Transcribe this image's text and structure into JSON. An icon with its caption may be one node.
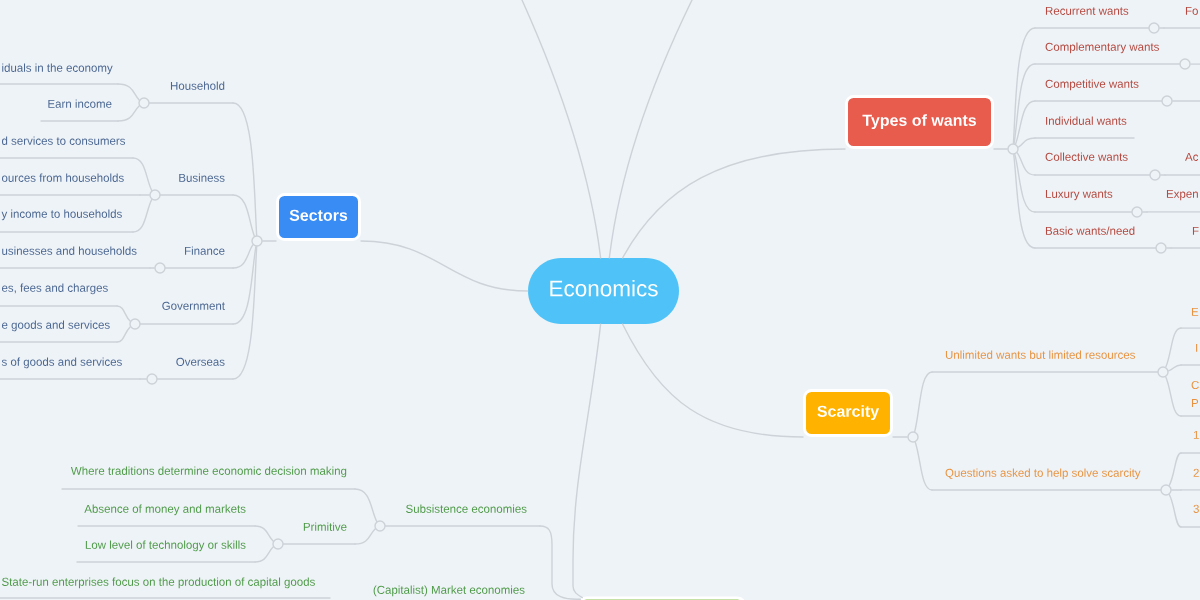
{
  "diagram": {
    "nodes": [
      {
        "text": [
          "Economics"
        ]
      },
      {
        "text": [
          "Sectors"
        ]
      },
      {
        "text": [
          "Household"
        ]
      },
      {
        "text": [
          "iduals in the economy"
        ]
      },
      {
        "text": [
          "Earn income"
        ]
      },
      {
        "text": [
          "Business"
        ]
      },
      {
        "text": [
          "d services to consumers"
        ]
      },
      {
        "text": [
          "ources from households"
        ]
      },
      {
        "text": [
          "y income to households"
        ]
      },
      {
        "text": [
          "Finance"
        ]
      },
      {
        "text": [
          "usinesses and households"
        ]
      },
      {
        "text": [
          "Government"
        ]
      },
      {
        "text": [
          "es, fees and charges"
        ]
      },
      {
        "text": [
          "e goods and services"
        ]
      },
      {
        "text": [
          "Overseas"
        ]
      },
      {
        "text": [
          "s of goods and services"
        ]
      },
      {
        "text": [
          "Types of wants"
        ]
      },
      {
        "text": [
          "Recurrent wants"
        ]
      },
      {
        "text": [
          "Fo"
        ]
      },
      {
        "text": [
          "Complementary wants"
        ]
      },
      {
        "text": [
          "Competitive wants"
        ]
      },
      {
        "text": [
          "Individual wants"
        ]
      },
      {
        "text": [
          "Collective wants"
        ]
      },
      {
        "text": [
          "Ac"
        ]
      },
      {
        "text": [
          "Luxury wants"
        ]
      },
      {
        "text": [
          "Expen"
        ]
      },
      {
        "text": [
          "Basic wants/need"
        ]
      },
      {
        "text": [
          "F"
        ]
      },
      {
        "text": [
          "Scarcity"
        ]
      },
      {
        "text": [
          "Unlimited wants but limited resources"
        ]
      },
      {
        "text": [
          "E"
        ]
      },
      {
        "text": [
          "I"
        ]
      },
      {
        "text": [
          "C P"
        ]
      },
      {
        "text": [
          "Questions asked to help solve scarcity"
        ]
      },
      {
        "text": [
          "1"
        ]
      },
      {
        "text": [
          "2"
        ]
      },
      {
        "text": [
          "3"
        ]
      },
      {
        "text": [],
        "shape": "box"
      },
      {
        "text": [
          "Subsistence economies"
        ]
      },
      {
        "text": [
          "Where traditions determine economic decision making"
        ]
      },
      {
        "text": [
          "Primitive"
        ]
      },
      {
        "text": [
          "Absence of money and markets"
        ]
      },
      {
        "text": [
          "Low level of technology or skills"
        ]
      },
      {
        "text": [
          "(Capitalist) Market economies"
        ]
      },
      {
        "text": [
          "State-run enterprises focus on the production of capital goods"
        ]
      }
    ],
    "edges": [
      {
        "from": 0,
        "to": 1,
        "arrow": "none"
      },
      {
        "from": 1,
        "to": 2,
        "arrow": "none"
      },
      {
        "from": 2,
        "to": 3,
        "arrow": "none"
      },
      {
        "from": 2,
        "to": 4,
        "arrow": "none"
      },
      {
        "from": 1,
        "to": 5,
        "arrow": "none"
      },
      {
        "from": 5,
        "to": 6,
        "arrow": "none"
      },
      {
        "from": 5,
        "to": 7,
        "arrow": "none"
      },
      {
        "from": 5,
        "to": 8,
        "arrow": "none"
      },
      {
        "from": 1,
        "to": 9,
        "arrow": "none"
      },
      {
        "from": 9,
        "to": 10,
        "arrow": "none"
      },
      {
        "from": 1,
        "to": 11,
        "arrow": "none"
      },
      {
        "from": 11,
        "to": 12,
        "arrow": "none"
      },
      {
        "from": 11,
        "to": 13,
        "arrow": "none"
      },
      {
        "from": 1,
        "to": 14,
        "arrow": "none"
      },
      {
        "from": 14,
        "to": 15,
        "arrow": "none"
      },
      {
        "from": 0,
        "to": 16,
        "arrow": "none"
      },
      {
        "from": 16,
        "to": 17,
        "arrow": "none"
      },
      {
        "from": 17,
        "to": 18,
        "arrow": "none"
      },
      {
        "from": 16,
        "to": 19,
        "arrow": "none"
      },
      {
        "from": 19,
        "to": null,
        "arrow": "none"
      },
      {
        "from": 16,
        "to": 20,
        "arrow": "none"
      },
      {
        "from": 20,
        "to": null,
        "arrow": "none"
      },
      {
        "from": 16,
        "to": 21,
        "arrow": "none"
      },
      {
        "from": 16,
        "to": 22,
        "arrow": "none"
      },
      {
        "from": 22,
        "to": 23,
        "arrow": "none"
      },
      {
        "from": 16,
        "to": 24,
        "arrow": "none"
      },
      {
        "from": 24,
        "to": 25,
        "arrow": "none"
      },
      {
        "from": 16,
        "to": 26,
        "arrow": "none"
      },
      {
        "from": 26,
        "to": 27,
        "arrow": "none"
      },
      {
        "from": 0,
        "to": 28,
        "arrow": "none"
      },
      {
        "from": 28,
        "to": 29,
        "arrow": "none"
      },
      {
        "from": 29,
        "to": 30,
        "arrow": "none"
      },
      {
        "from": 29,
        "to": 31,
        "arrow": "none"
      },
      {
        "from": 29,
        "to": 32,
        "arrow": "none"
      },
      {
        "from": 28,
        "to": 33,
        "arrow": "none"
      },
      {
        "from": 33,
        "to": 34,
        "arrow": "none"
      },
      {
        "from": 33,
        "to": 35,
        "arrow": "none"
      },
      {
        "from": 33,
        "to": 36,
        "arrow": "none"
      },
      {
        "from": 0,
        "to": 37,
        "arrow": "none"
      },
      {
        "from": 37,
        "to": 38,
        "arrow": "none"
      },
      {
        "from": 38,
        "to": 39,
        "arrow": "none"
      },
      {
        "from": 38,
        "to": 40,
        "arrow": "none"
      },
      {
        "from": 40,
        "to": 41,
        "arrow": "none"
      },
      {
        "from": 40,
        "to": 42,
        "arrow": "none"
      },
      {
        "from": 0,
        "to": null,
        "arrow": "none"
      },
      {
        "from": 0,
        "to": null,
        "arrow": "none"
      }
    ]
  }
}
